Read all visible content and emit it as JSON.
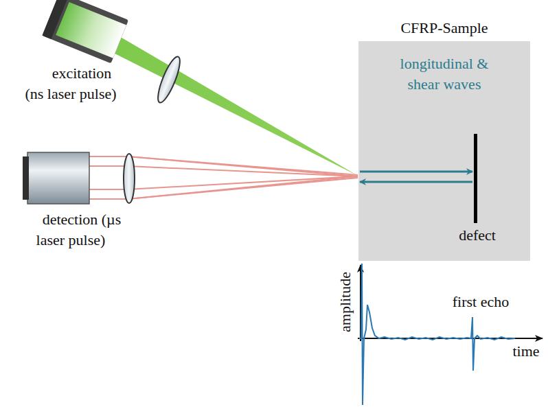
{
  "diagram": {
    "nodes": [
      {
        "text": [
          "CFRP-Sample",
          "longitudinal & shear waves",
          "defect"
        ]
      }
    ],
    "labels": [
      "excitation (ns laser pulse)",
      "detection (µs laser pulse)",
      "amplitude",
      "time",
      "first echo"
    ]
  }
}
